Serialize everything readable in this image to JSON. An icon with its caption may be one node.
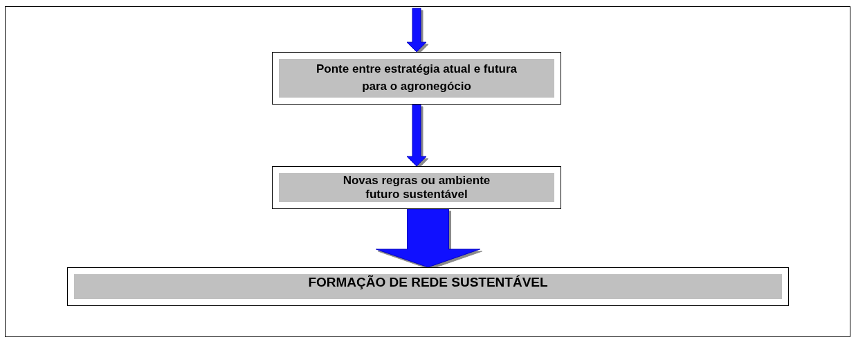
{
  "diagram": {
    "nodes": [
      {
        "text": [
          "Ponte entre estratégia atual e futura para o agronegócio"
        ]
      },
      {
        "text": [
          "Novas regras ou ambiente futuro sustentável"
        ]
      },
      {
        "text": [
          "FORMAÇÃO DE REDE SUSTENTÁVEL"
        ]
      }
    ],
    "edges": [
      {
        "from": null,
        "to": 0,
        "arrow": "to"
      },
      {
        "from": 0,
        "to": 1,
        "arrow": "to"
      },
      {
        "from": 1,
        "to": 2,
        "arrow": "to",
        "style": "thick"
      }
    ]
  }
}
